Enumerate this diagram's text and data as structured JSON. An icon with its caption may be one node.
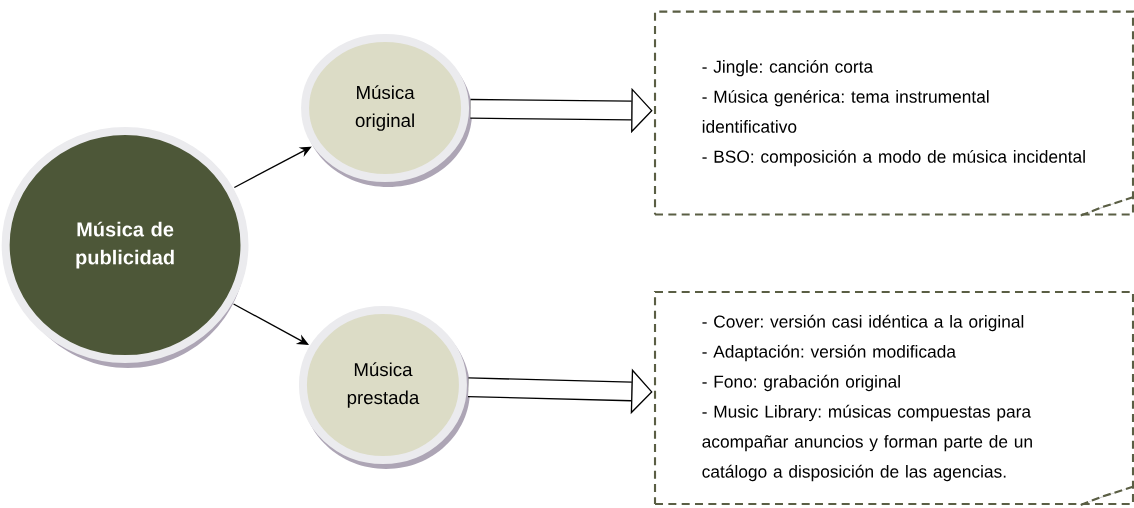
{
  "diagram": {
    "nodes": [
      {
        "text": [
          "Música de publicidad"
        ]
      },
      {
        "text": [
          "Música original"
        ]
      },
      {
        "text": [
          "Música prestada"
        ]
      },
      {
        "text": [
          "- Jingle: canción corta",
          "- Música genérica: tema instrumental identificativo",
          "- BSO: composición a modo de música incidental"
        ]
      },
      {
        "text": [
          "- Cover: versión casi idéntica a la original",
          "- Adaptación: versión modificada",
          "- Fono: grabación original",
          "- Music Library: músicas compuestas para acompañar anuncios y forman parte de un catálogo a disposición de las agencias."
        ]
      }
    ],
    "edges": [
      {
        "from": 0,
        "to": 1,
        "arrow": "to"
      },
      {
        "from": 0,
        "to": 2,
        "arrow": "to"
      },
      {
        "from": 1,
        "to": 3,
        "arrow": "to",
        "style": "thick"
      },
      {
        "from": 2,
        "to": 4,
        "arrow": "to",
        "style": "thick"
      }
    ]
  }
}
